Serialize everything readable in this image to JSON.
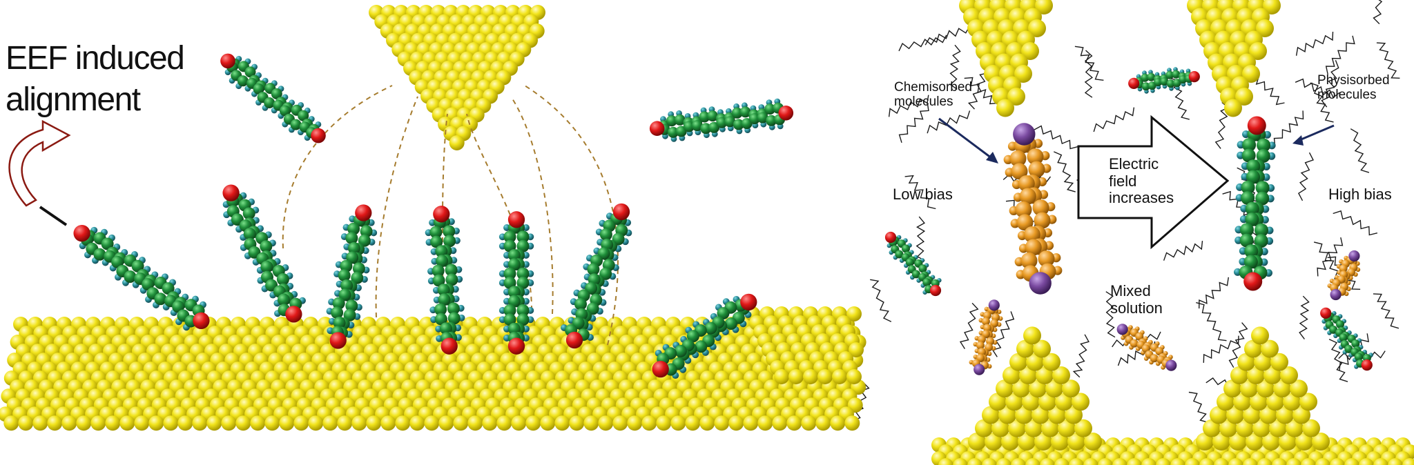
{
  "left_panel": {
    "title_line1": "EEF induced",
    "title_line2": "alignment"
  },
  "right_panel": {
    "chemisorbed": "Chemisorbed\nmolecules",
    "physisorbed": "Physisorbed\nmolecules",
    "low_bias": "Low bias",
    "high_bias": "High bias",
    "arrow_text": "Electric\nfield\nincreases",
    "mixed": "Mixed\nsolution"
  },
  "colors": {
    "gold_atom": "#f2e41c",
    "carbon": "#1f8f3a",
    "hydrogen": "#2a8f9a",
    "oxygen": "#e01818",
    "orange_molecule": "#e89a24",
    "sulfur": "#7a4aa0",
    "dashed_field_line": "#a67c2e",
    "curved_arrow": "#8b1a12",
    "pointer_arrow": "#1b2a5e",
    "solvent_chain": "#1a1a1a"
  }
}
